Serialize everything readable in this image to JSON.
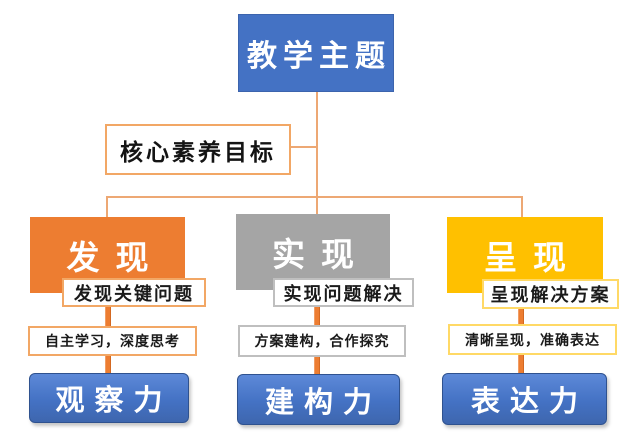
{
  "title_box": {
    "label": "教学主题"
  },
  "goal_box": {
    "label": "核心素养目标"
  },
  "columns": [
    {
      "stage": "发现",
      "task": "发现关键问题",
      "method": "自主学习，深度思考",
      "ability": "观察力",
      "fill": "#ED7D31",
      "accent": "#F2A765"
    },
    {
      "stage": "实现",
      "task": "实现问题解决",
      "method": "方案建构，合作探究",
      "ability": "建构力",
      "fill": "#A5A5A5",
      "accent": "#BFBFBF"
    },
    {
      "stage": "呈现",
      "task": "呈现解决方案",
      "method": "清晰呈现，准确表达",
      "ability": "表达力",
      "fill": "#FFC000",
      "accent": "#FFD966"
    }
  ],
  "colors": {
    "theme_blue": "#4472C4",
    "ability_blue": "#4472C4",
    "connector_orange": "#ED7D31",
    "tree_line": "#EDA874",
    "stage_orange": "#ED7D31",
    "stage_gray": "#A5A5A5",
    "stage_yellow": "#FFC000"
  }
}
